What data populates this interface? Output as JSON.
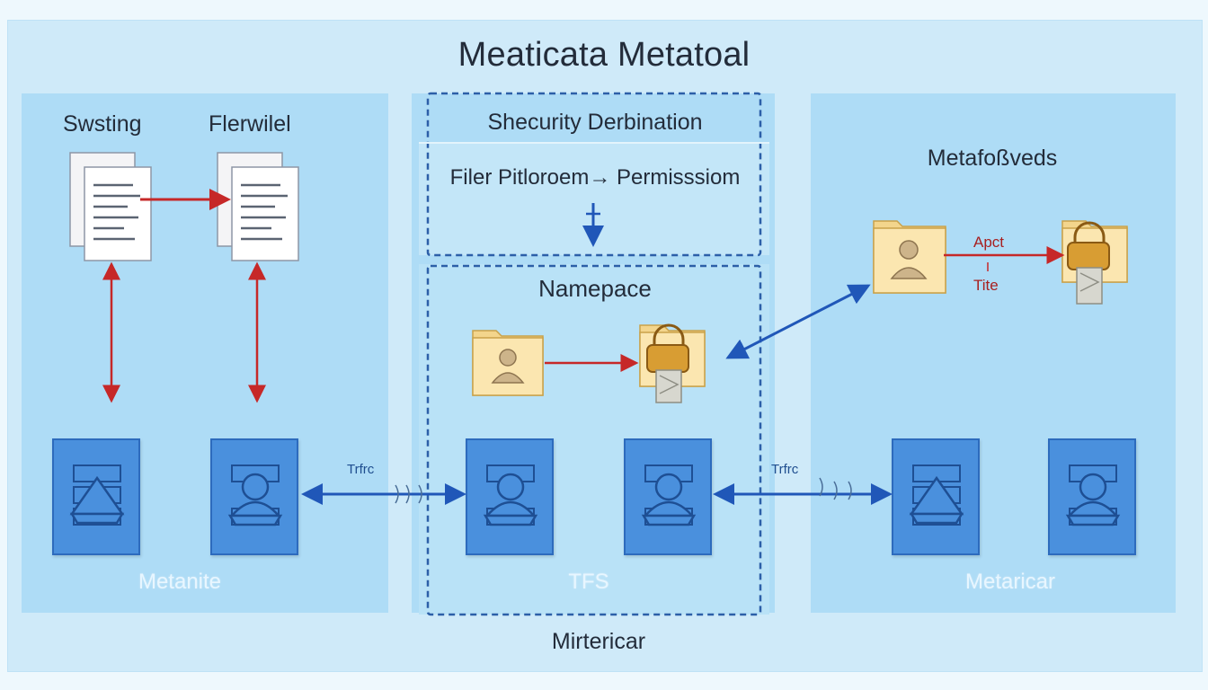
{
  "title": "Meaticata Metatoal",
  "left_panel": {
    "label_a": "Swsting",
    "label_b": "Flerwilel",
    "bottom_label": "Metanite"
  },
  "middle_panel": {
    "security_heading": "Shecurity Derbination",
    "filter_label": "Filer Pitloroem→ Permisssiom",
    "namespace_heading": "Namepace",
    "bottom_label": "TFS"
  },
  "right_panel": {
    "heading": "Metafoßveds",
    "arrow_label_top": "Apct",
    "arrow_label_bottom": "Tite",
    "bottom_label": "Metaricar"
  },
  "connector_label_left": "Trfrc",
  "connector_label_right": "Trfrc",
  "footer_label": "Mirtericar",
  "colors": {
    "background": "#cfeaf9",
    "panel": "#aedcf6",
    "node_fill": "#4a90dd",
    "arrow_red": "#c62828",
    "arrow_blue": "#2057b8",
    "folder": "#f3d58c"
  }
}
